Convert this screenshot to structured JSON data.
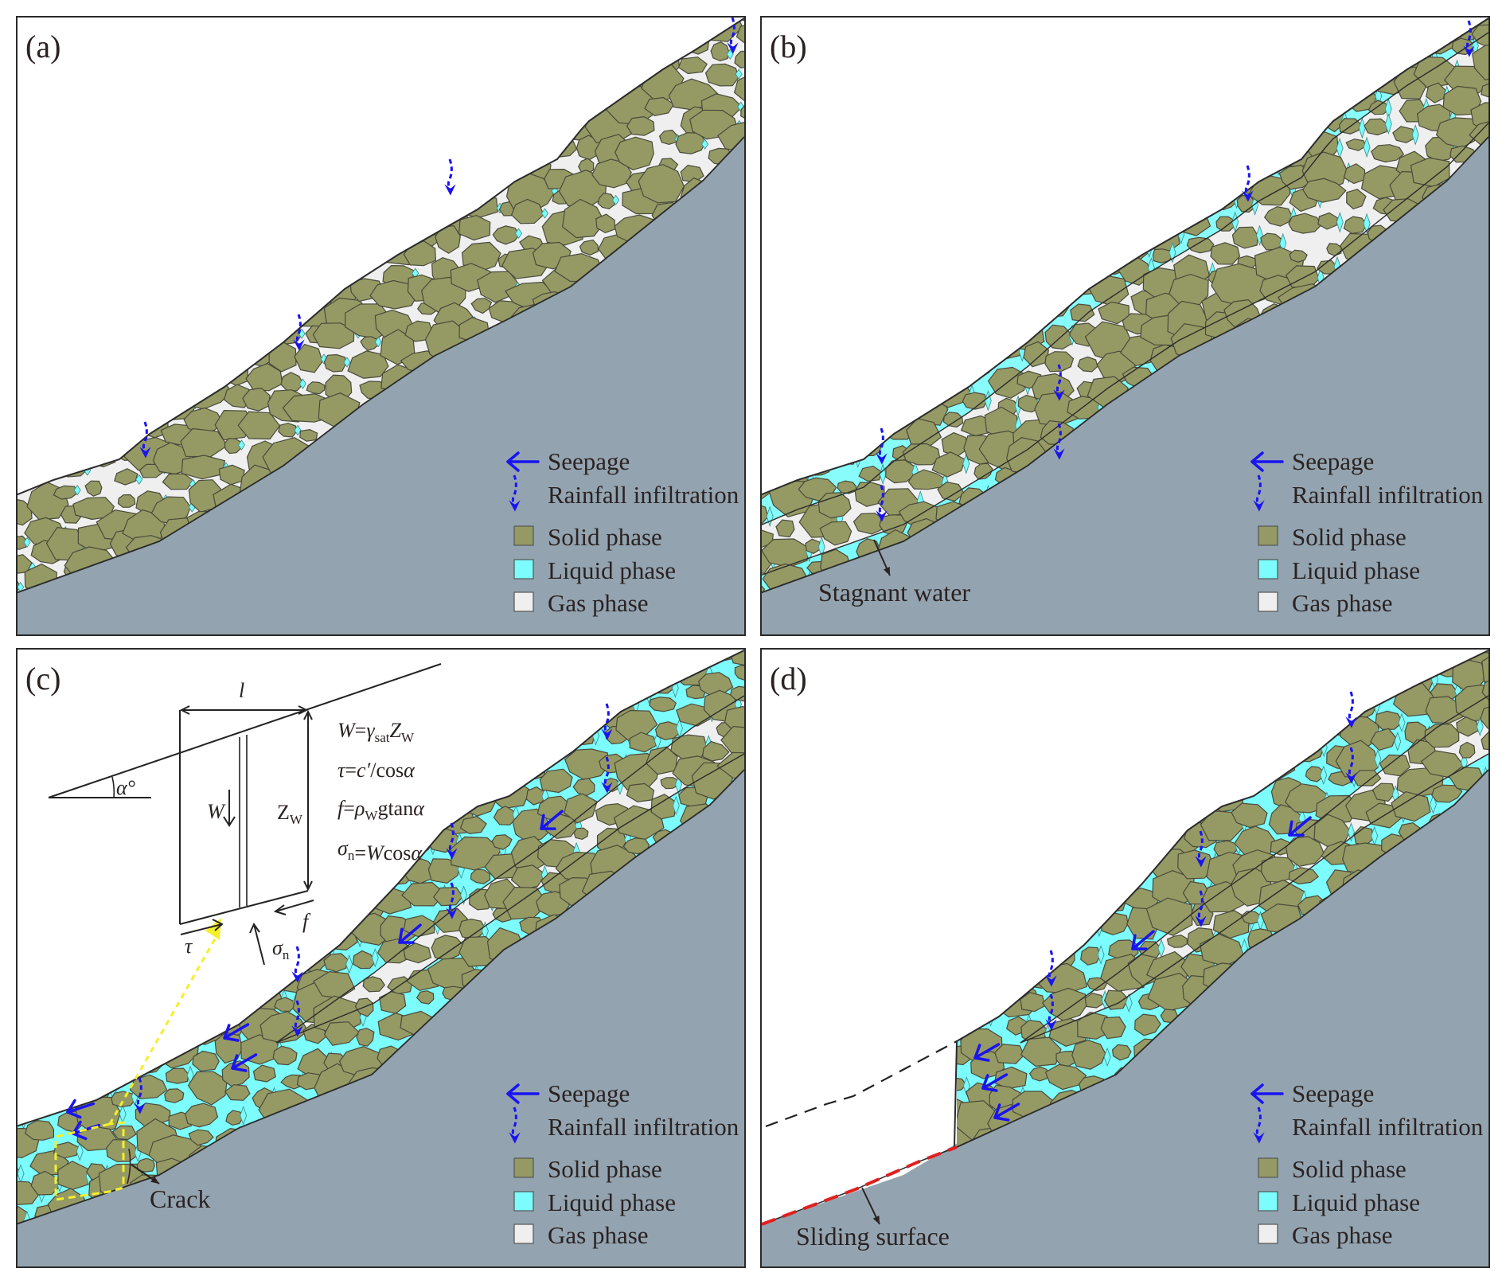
{
  "figure": {
    "description": "Four-stage schematic of rainfall infiltration into a granular slope leading to sliding",
    "colors": {
      "bedrock": "#93a4b0",
      "solid_phase": "#959a65",
      "liquid_phase": "#7cfcfc",
      "gas_phase": "#efefef",
      "arrow_blue": "#1a14f0",
      "outline": "#2b2b2b",
      "text": "#2b2222",
      "crack_highlight": "#f5ef2a",
      "sliding_surface": "#e02020"
    }
  },
  "legend": {
    "items": [
      {
        "key": "seepage",
        "label": "Seepage",
        "symbol": "seepage-arrow"
      },
      {
        "key": "rainfall",
        "label": "Rainfall infiltration",
        "symbol": "dashed-down-arrow"
      },
      {
        "key": "solid",
        "label": "Solid phase",
        "symbol": "swatch",
        "color": "#959a65"
      },
      {
        "key": "liquid",
        "label": "Liquid phase",
        "symbol": "swatch",
        "color": "#7cfcfc"
      },
      {
        "key": "gas",
        "label": "Gas phase",
        "symbol": "swatch",
        "color": "#efefef"
      }
    ]
  },
  "panels": [
    {
      "id": "a",
      "label": "(a)",
      "stage": "unsaturated",
      "annotation": null
    },
    {
      "id": "b",
      "label": "(b)",
      "stage": "wetting-front",
      "annotation": "Stagnant water"
    },
    {
      "id": "c",
      "label": "(c)",
      "stage": "crack-formation",
      "annotation": "Crack"
    },
    {
      "id": "d",
      "label": "(d)",
      "stage": "sliding",
      "annotation": "Sliding surface"
    }
  ],
  "mechanics_diagram": {
    "slope_angle_label": "α°",
    "length_label": "l",
    "weight_label": "W",
    "depth_label": "Z",
    "depth_sub": "W",
    "shear_label": "τ",
    "friction_label": "f",
    "normal_label": "σ",
    "normal_sub": "n",
    "formulas": [
      {
        "lhs": "W",
        "eq": "=",
        "parts": [
          {
            "t": "γ",
            "i": true
          },
          {
            "t": "sat",
            "sub": true
          },
          {
            "t": "Z",
            "i": true
          },
          {
            "t": "W",
            "sub": true
          }
        ]
      },
      {
        "lhs": "τ",
        "eq": "=",
        "parts": [
          {
            "t": "c′",
            "i": true
          },
          {
            "t": "/cos",
            "i": false
          },
          {
            "t": "α",
            "i": true
          }
        ]
      },
      {
        "lhs": "f",
        "eq": "=",
        "parts": [
          {
            "t": "ρ",
            "i": true
          },
          {
            "t": "W",
            "sub": true
          },
          {
            "t": "g",
            "i": false
          },
          {
            "t": "tan",
            "i": false
          },
          {
            "t": "α",
            "i": true
          }
        ]
      },
      {
        "lhs": "σ",
        "lhs_sub": "n",
        "eq": "=",
        "parts": [
          {
            "t": "W",
            "i": true
          },
          {
            "t": "cos",
            "i": false
          },
          {
            "t": "α",
            "i": true
          }
        ]
      }
    ]
  }
}
